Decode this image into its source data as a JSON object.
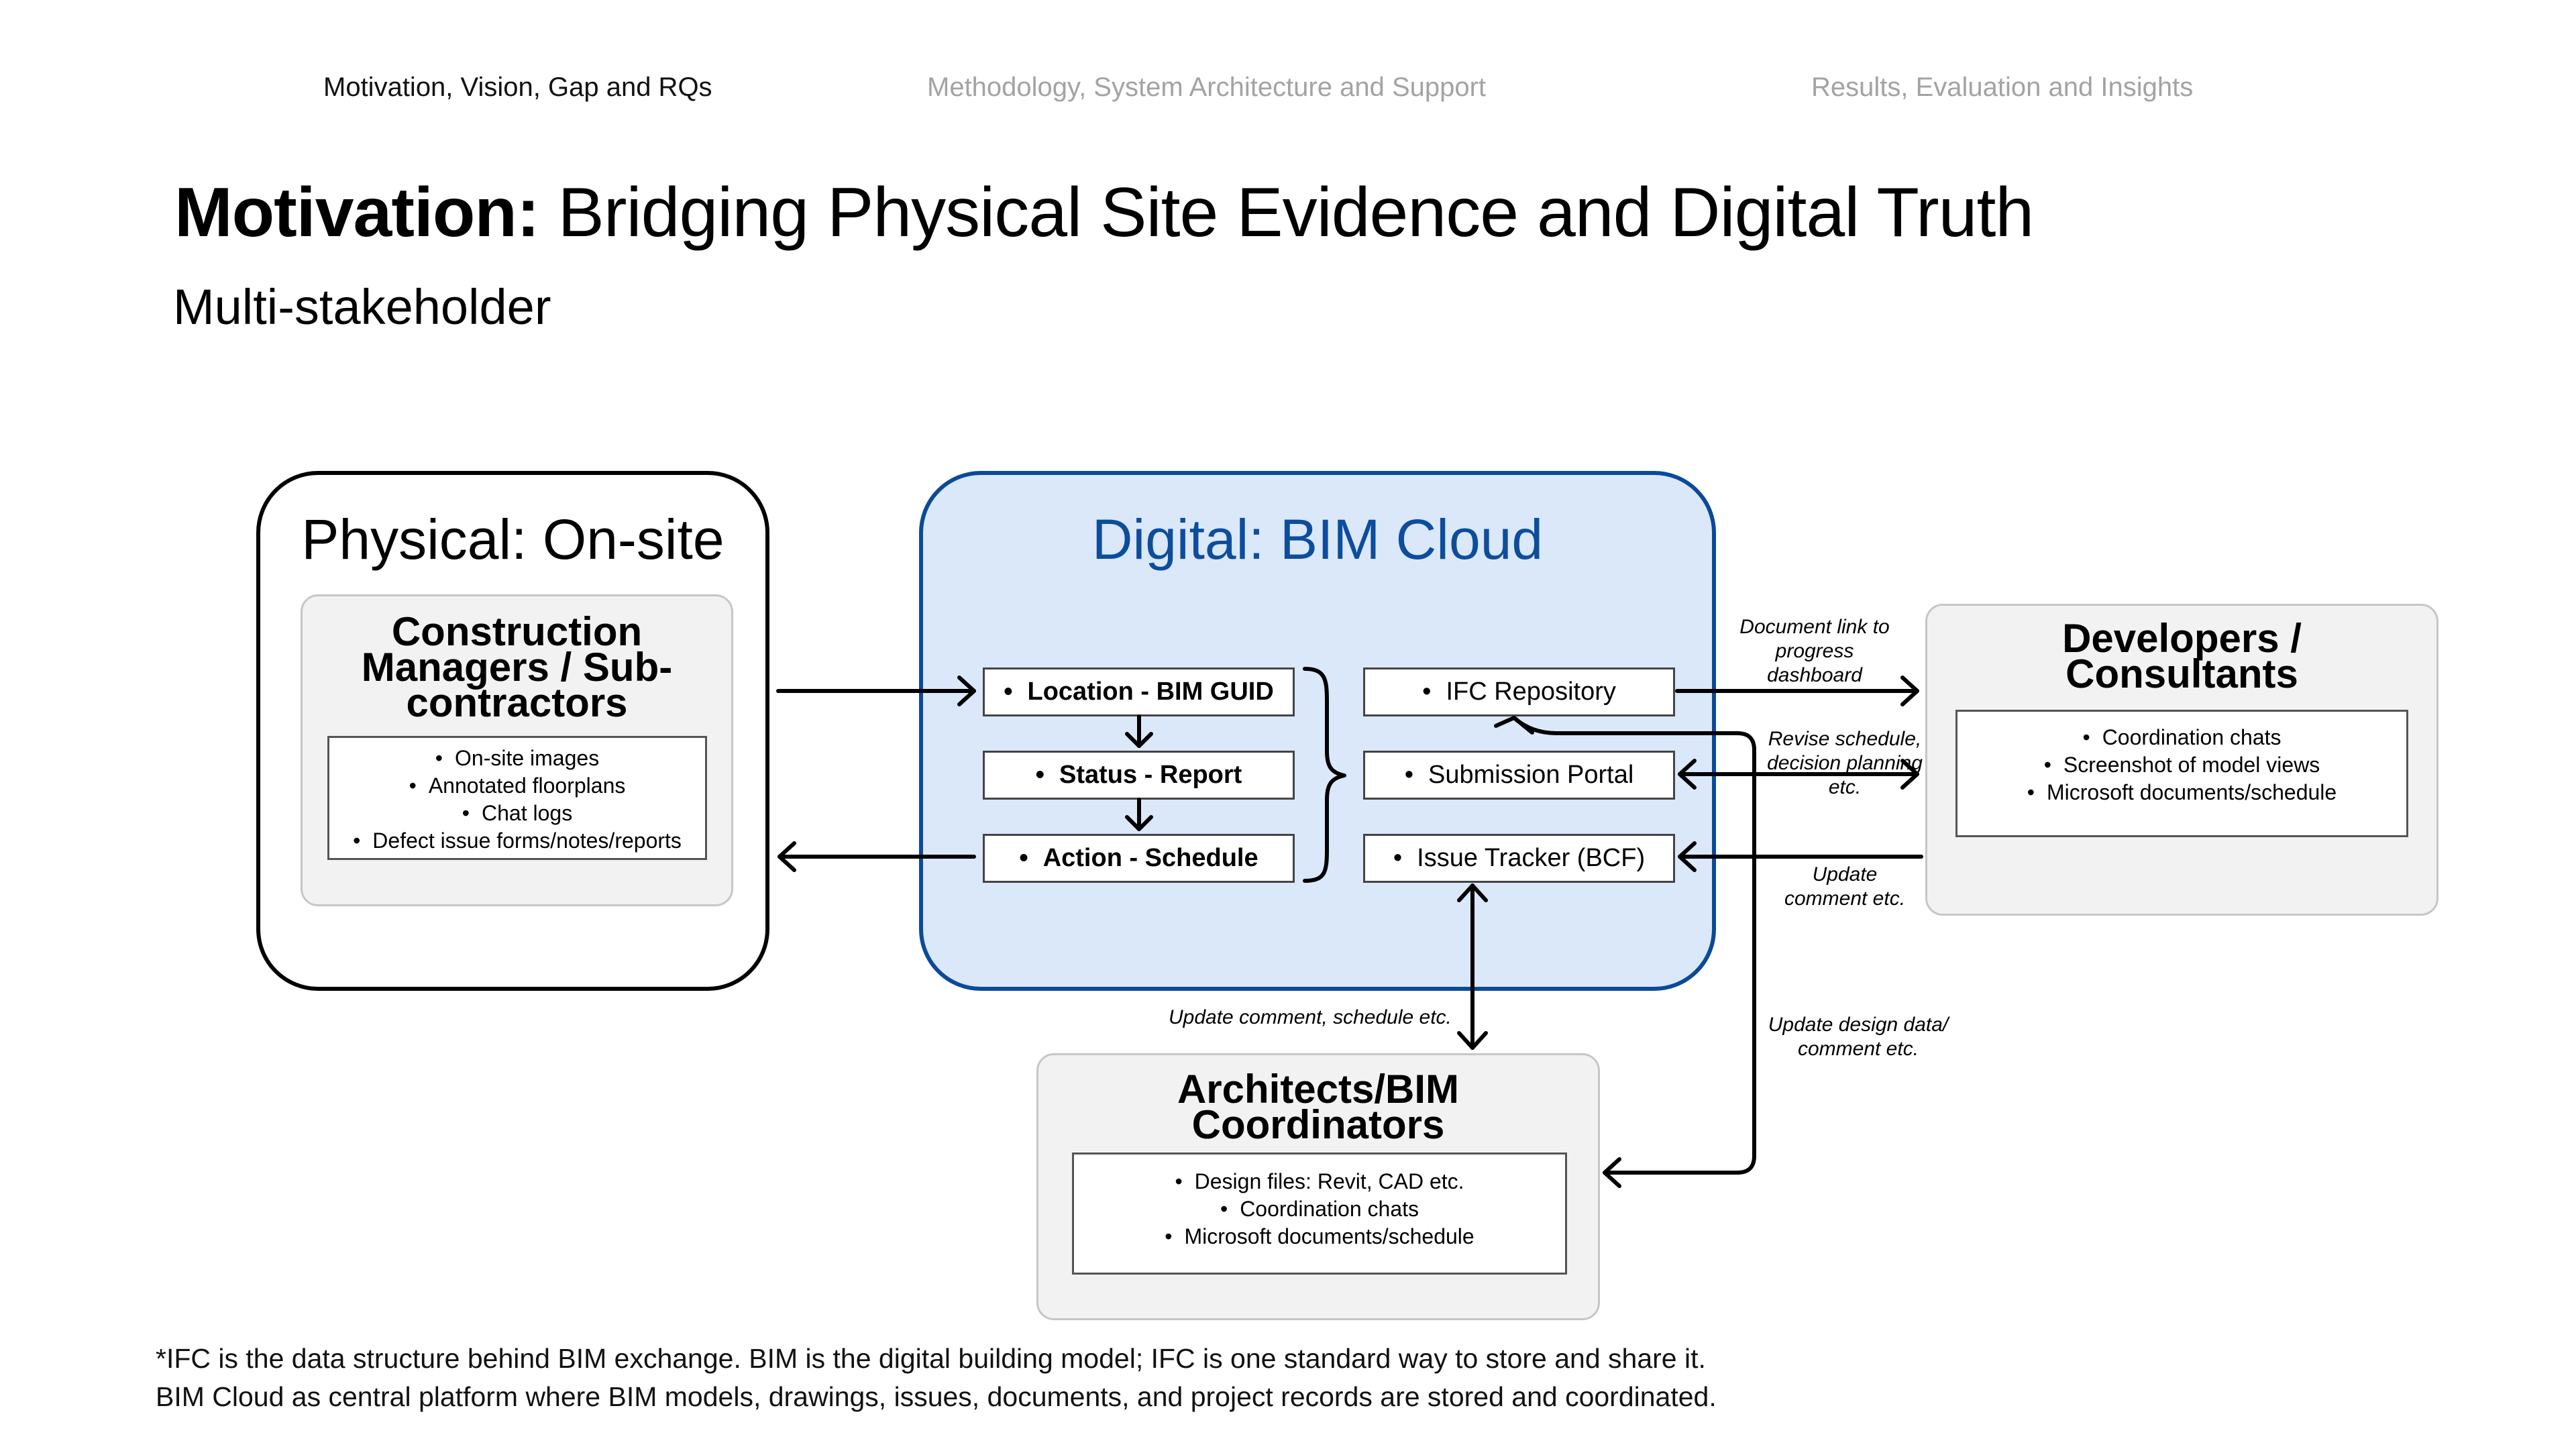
{
  "nav": {
    "tabs": [
      {
        "label": "Motivation, Vision, Gap and RQs",
        "active": true
      },
      {
        "label": "Methodology, System Architecture and Support",
        "active": false
      },
      {
        "label": "Results, Evaluation and Insights",
        "active": false
      }
    ]
  },
  "header": {
    "title_bold": "Motivation:",
    "title_rest": "Bridging Physical Site Evidence and Digital Truth",
    "subtitle": "Multi-stakeholder"
  },
  "physical": {
    "title": "Physical: On-site",
    "panel_title": "Construction Managers / Sub-contractors",
    "items": [
      "On-site images",
      "Annotated floorplans",
      "Chat logs",
      "Defect issue forms/notes/reports"
    ]
  },
  "digital": {
    "title": "Digital: BIM Cloud",
    "left_boxes": [
      "Location - BIM GUID",
      "Status - Report",
      "Action - Schedule"
    ],
    "right_boxes": [
      "IFC Repository",
      "Submission Portal",
      "Issue Tracker (BCF)"
    ]
  },
  "developers": {
    "title": "Developers / Consultants",
    "items": [
      "Coordination chats",
      "Screenshot of model views",
      "Microsoft documents/schedule"
    ]
  },
  "architects": {
    "title": "Architects/BIM Coordinators",
    "items": [
      "Design files: Revit, CAD etc.",
      "Coordination chats",
      "Microsoft documents/schedule"
    ]
  },
  "labels": {
    "document_link": "Document link to progress dashboard",
    "revise_schedule": "Revise schedule, decision planning etc.",
    "update_comment": "Update comment etc.",
    "update_design": "Update design data/ comment etc.",
    "update_comment_schedule": "Update comment, schedule etc."
  },
  "footnotes": [
    "*IFC is the data structure behind BIM exchange. BIM is the digital building model; IFC is one standard way to store and share it.",
    "BIM Cloud as central platform where BIM models, drawings, issues, documents, and project records are stored and coordinated."
  ],
  "colors": {
    "digital_fill": "#dae8fa",
    "digital_border": "#0b4a98",
    "digital_title": "#0d4d9c",
    "panel_fill": "#f2f2f2",
    "inactive_tab": "#a3a3a3"
  }
}
